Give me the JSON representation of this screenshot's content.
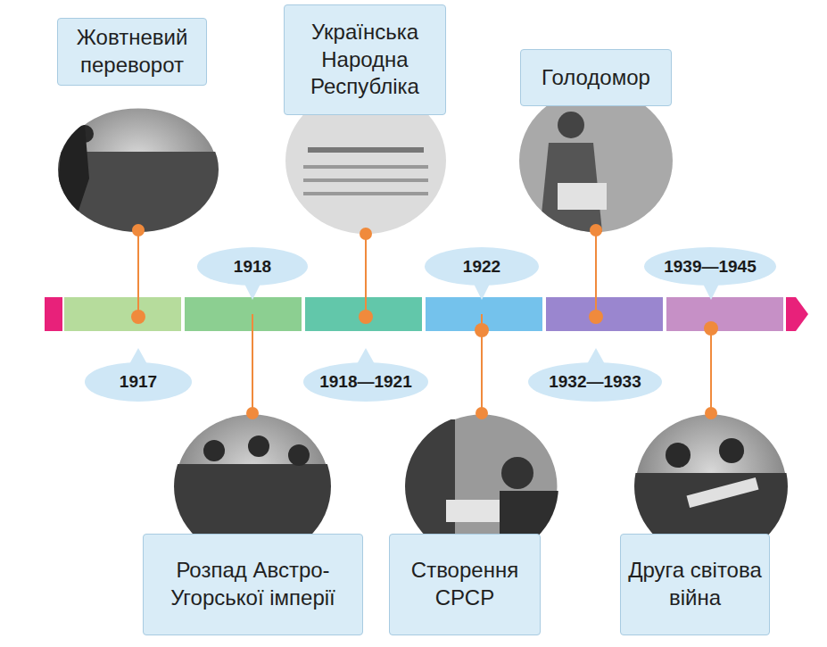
{
  "diagram": {
    "nodes": [
      {
        "text": [
          "Жовтневий переворот"
        ]
      },
      {
        "text": [
          "1917"
        ]
      },
      {
        "text": [
          "1918"
        ]
      },
      {
        "text": [
          "Розпад Австро-Угорської імперії"
        ]
      },
      {
        "text": [
          "Українська Народна Республіка"
        ]
      },
      {
        "text": [
          "1918—1921"
        ]
      },
      {
        "text": [
          "1922"
        ]
      },
      {
        "text": [
          "Створення СРСР"
        ]
      },
      {
        "text": [
          "Голодомор"
        ]
      },
      {
        "text": [
          "1932—1933"
        ]
      },
      {
        "text": [
          "1939—1945"
        ]
      },
      {
        "text": [
          "Друга світова війна"
        ]
      }
    ]
  }
}
